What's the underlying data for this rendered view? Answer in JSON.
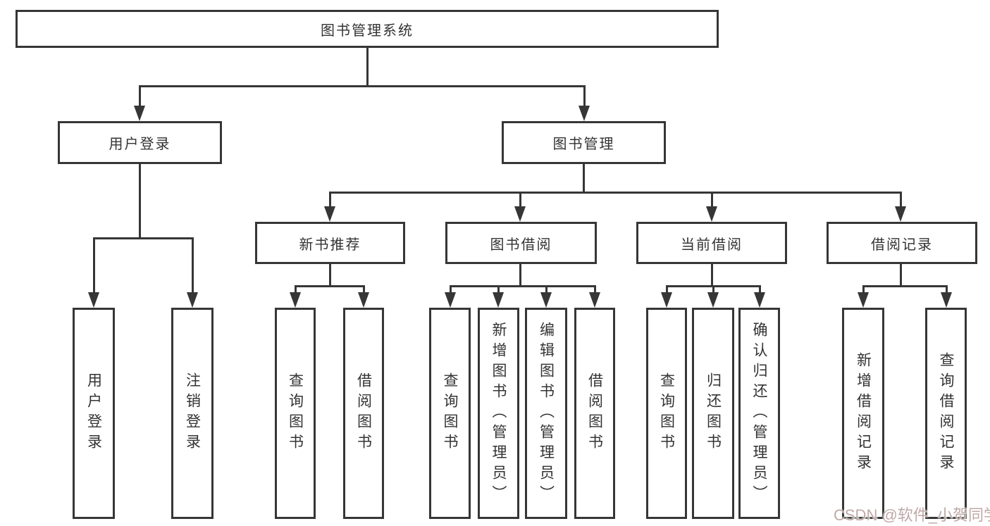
{
  "diagram": {
    "title_node": {
      "label": "图书管理系统"
    },
    "level2": [
      {
        "label": "用户登录"
      },
      {
        "label": "图书管理"
      }
    ],
    "level3": [
      {
        "label": "新书推荐"
      },
      {
        "label": "图书借阅"
      },
      {
        "label": "当前借阅"
      },
      {
        "label": "借阅记录"
      }
    ],
    "leaves": [
      {
        "label": "用户登录",
        "parent": "用户登录"
      },
      {
        "label": "注销登录",
        "parent": "用户登录"
      },
      {
        "label": "查询图书",
        "parent": "新书推荐"
      },
      {
        "label": "借阅图书",
        "parent": "新书推荐"
      },
      {
        "label": "查询图书",
        "parent": "图书借阅"
      },
      {
        "label": "新增图书（管理员）",
        "parent": "图书借阅"
      },
      {
        "label": "编辑图书（管理员）",
        "parent": "图书借阅"
      },
      {
        "label": "借阅图书",
        "parent": "图书借阅"
      },
      {
        "label": "查询图书",
        "parent": "当前借阅"
      },
      {
        "label": "归还图书",
        "parent": "当前借阅"
      },
      {
        "label": "确认归还（管理员）",
        "parent": "当前借阅"
      },
      {
        "label": "新增借阅记录",
        "parent": "借阅记录"
      },
      {
        "label": "查询借阅记录",
        "parent": "借阅记录"
      }
    ],
    "colors": {
      "line": "#363636",
      "text": "#333333",
      "background": "#ffffff",
      "watermark": "#bfa9a6"
    }
  },
  "watermark": {
    "text": "CSDN @软件_小贺同学"
  }
}
